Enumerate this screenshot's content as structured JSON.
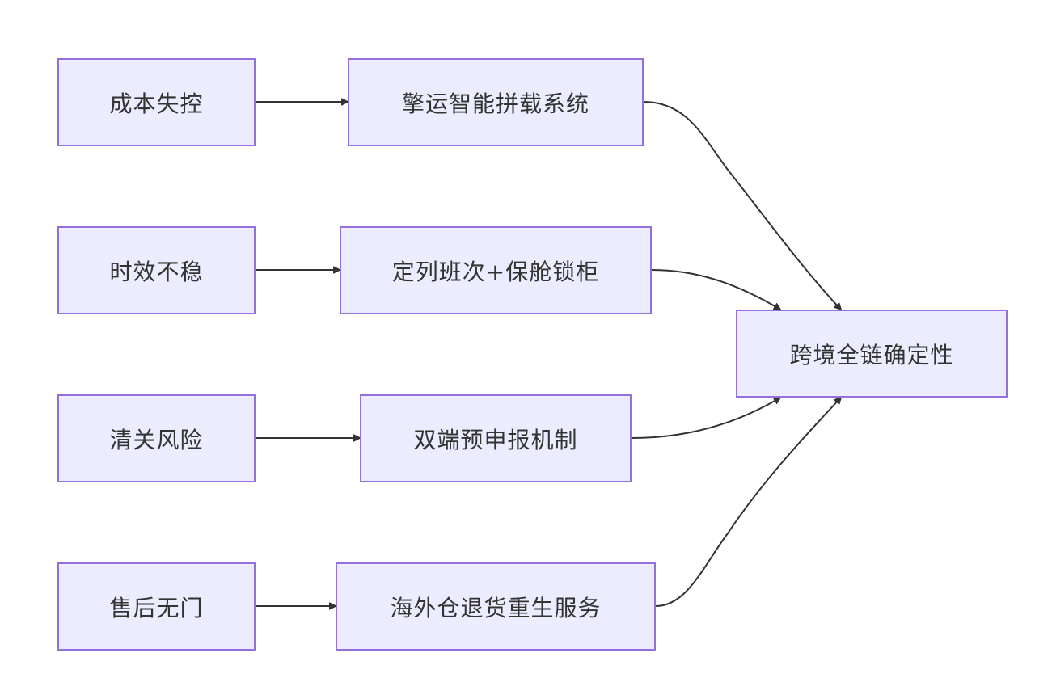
{
  "nodes": {
    "problem_cost": "成本失控",
    "problem_time": "时效不稳",
    "problem_customs": "清关风险",
    "problem_aftersales": "售后无门",
    "solution_consolidation": "擎运智能拼载系统",
    "solution_schedule": "定列班次+保舱锁柜",
    "solution_declaration": "双端预申报机制",
    "solution_returns": "海外仓退货重生服务",
    "outcome": "跨境全链确定性"
  },
  "colors": {
    "node_fill": "#ececff",
    "node_border": "#9370db",
    "edge": "#333333",
    "text": "#333333"
  }
}
